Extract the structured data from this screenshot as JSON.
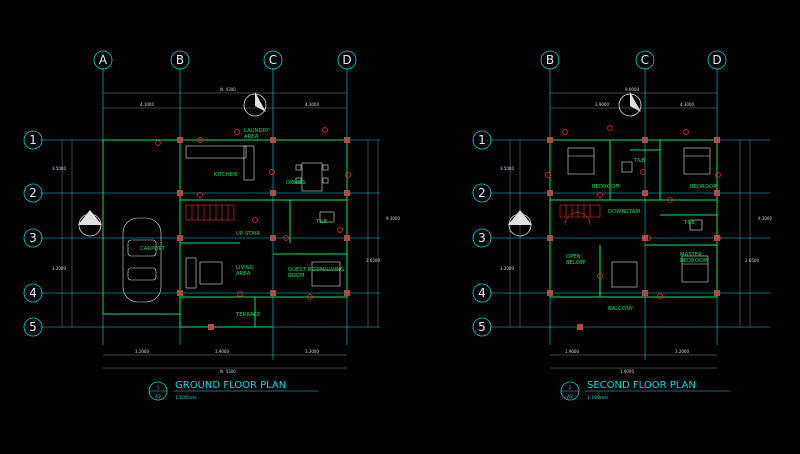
{
  "colors": {
    "background": "#000000",
    "grid": "#00d7e6",
    "walls": "#00e65a",
    "columns": "#b04a4a",
    "dimension": "#9aa7b3",
    "markers": "#ff2a2a",
    "furniture": "#e0e0e0"
  },
  "ground": {
    "cols": [
      "A",
      "B",
      "C",
      "D"
    ],
    "rows": [
      "1",
      "2",
      "3",
      "4",
      "5"
    ],
    "rooms": {
      "laundry": "LAUNDRY AREA",
      "kitchen": "KITCHEN",
      "dining": "DINING",
      "tb": "T&B",
      "carport": "CARPORT",
      "upstair": "UP STAIR",
      "living": "LIVING AREA",
      "guest": "GUEST ROOM/LIVING ROOM",
      "terrace": "TERRACE"
    },
    "title": "GROUND FLOOR PLAN",
    "sheet_top": "1",
    "sheet_bottom": "A2",
    "scale": "1:100mts"
  },
  "second": {
    "cols": [
      "B",
      "C",
      "D"
    ],
    "rows": [
      "1",
      "2",
      "3",
      "4",
      "5"
    ],
    "rooms": {
      "bedroom1": "BEDROOM",
      "bedroom2": "BEDROOM",
      "tb1": "T&B",
      "downstair": "DOWNSTAIR",
      "tb2": "T&B",
      "open_below": "OPEN BELOW",
      "master": "MASTER BEDROOM",
      "balcony": "BALCONY"
    },
    "title": "SECOND FLOOR PLAN",
    "sheet_top": "2",
    "sheet_bottom": "A2",
    "scale": "1:100mts"
  }
}
